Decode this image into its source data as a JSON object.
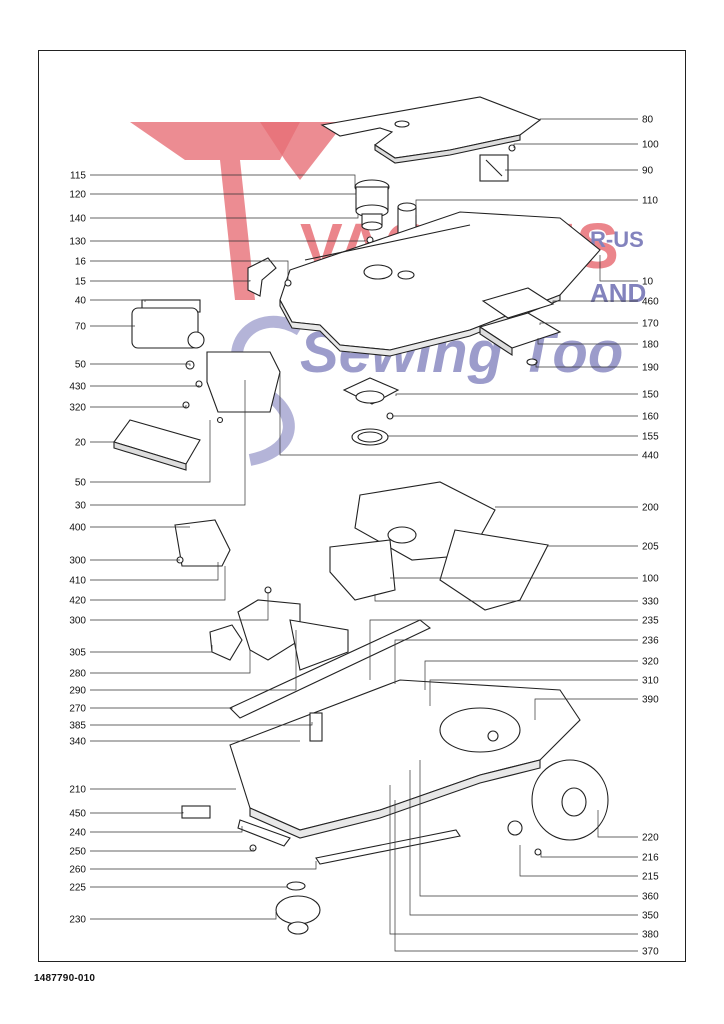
{
  "document": {
    "part_number": "1487790-010"
  },
  "watermark": {
    "logo_line1": "VACUUMS",
    "logo_line2": "Sewing Too",
    "side_top": "R-US",
    "side_bottom": "AND",
    "colors": {
      "red": "#e0404a",
      "blue": "#5a5aa8"
    }
  },
  "callouts_left": [
    "115",
    "120",
    "140",
    "130",
    "16",
    "15",
    "40",
    "70",
    "50",
    "430",
    "320",
    "20",
    "50",
    "30",
    "400",
    "300",
    "410",
    "420",
    "300",
    "305",
    "280",
    "290",
    "270",
    "385",
    "340",
    "210",
    "450",
    "240",
    "250",
    "260",
    "225",
    "230"
  ],
  "callouts_right": [
    "80",
    "100",
    "90",
    "110",
    "10",
    "460",
    "170",
    "180",
    "190",
    "150",
    "160",
    "155",
    "440",
    "200",
    "205",
    "100",
    "330",
    "235",
    "236",
    "320",
    "310",
    "390",
    "220",
    "216",
    "215",
    "360",
    "350",
    "380",
    "370"
  ],
  "icons": {
    "logo": "vacuums-r-us-logo",
    "diagram": "exploded-parts-diagram"
  }
}
